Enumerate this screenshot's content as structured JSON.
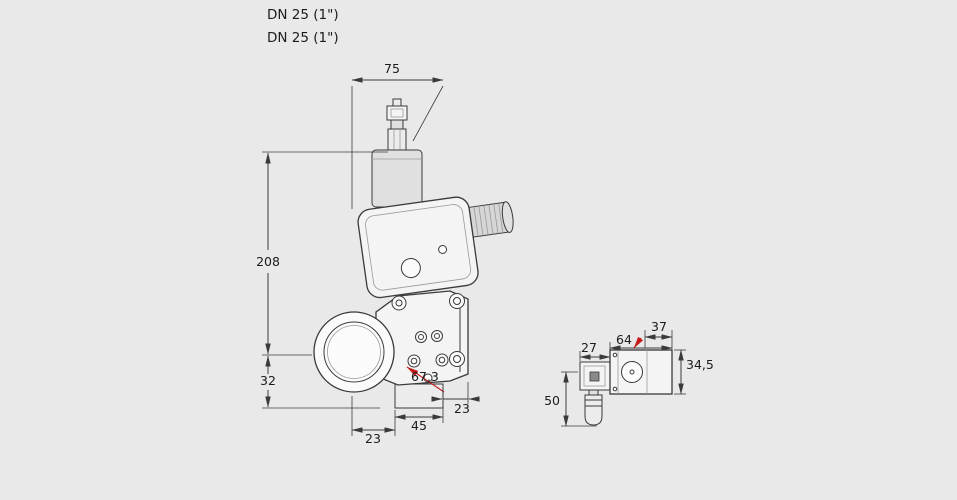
{
  "colors": {
    "background": "#e9e9e9",
    "line": "#3a3a3a",
    "accent_red": "#c41a1a",
    "text": "#1c1c1c"
  },
  "port_labels": {
    "top": "DN 25 (1\")",
    "bottom": "DN 25 (1\")"
  },
  "main_view": {
    "dim_top_width": "75",
    "dim_total_height": "208",
    "dim_bottom_height": "32",
    "dim_flange_depth": "67,3",
    "dim_offset_right": "23",
    "dim_base_width": "45",
    "dim_offset_left": "23"
  },
  "side_view": {
    "dim_top_width": "37",
    "dim_body_width": "64",
    "dim_plug_width": "27",
    "dim_body_height": "34,5",
    "dim_plug_height": "50"
  }
}
